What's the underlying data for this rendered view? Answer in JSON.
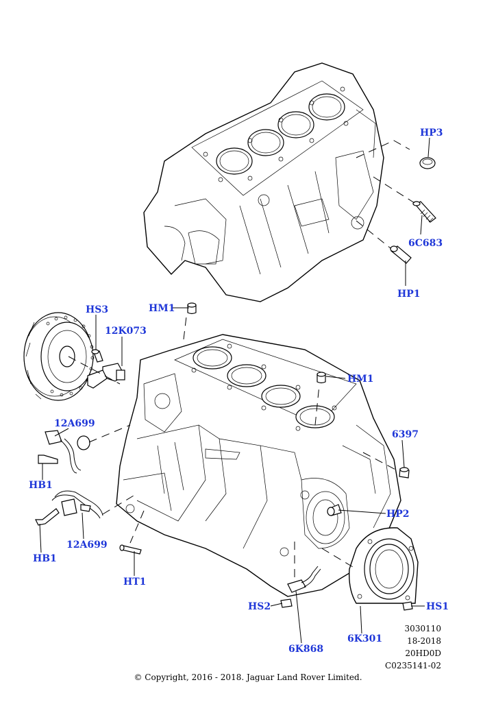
{
  "callouts": {
    "hp3": "HP3",
    "c6c683": "6C683",
    "hp1": "HP1",
    "hm1_top": "HM1",
    "hs3": "HS3",
    "k12k073": "12K073",
    "hm1_right": "HM1",
    "a12a699_top": "12A699",
    "c6397": "6397",
    "hb1_top": "HB1",
    "hp2": "HP2",
    "hb1_bottom": "HB1",
    "a12a699_bottom": "12A699",
    "ht1": "HT1",
    "hs2": "HS2",
    "hs1": "HS1",
    "k6k301": "6K301",
    "k6k868": "6K868"
  },
  "reference": {
    "line1": "3030110",
    "line2": "18-2018",
    "line3": "20HD0D",
    "line4": "C0235141-02"
  },
  "copyright": "© Copyright, 2016 - 2018. Jaguar Land Rover Limited."
}
